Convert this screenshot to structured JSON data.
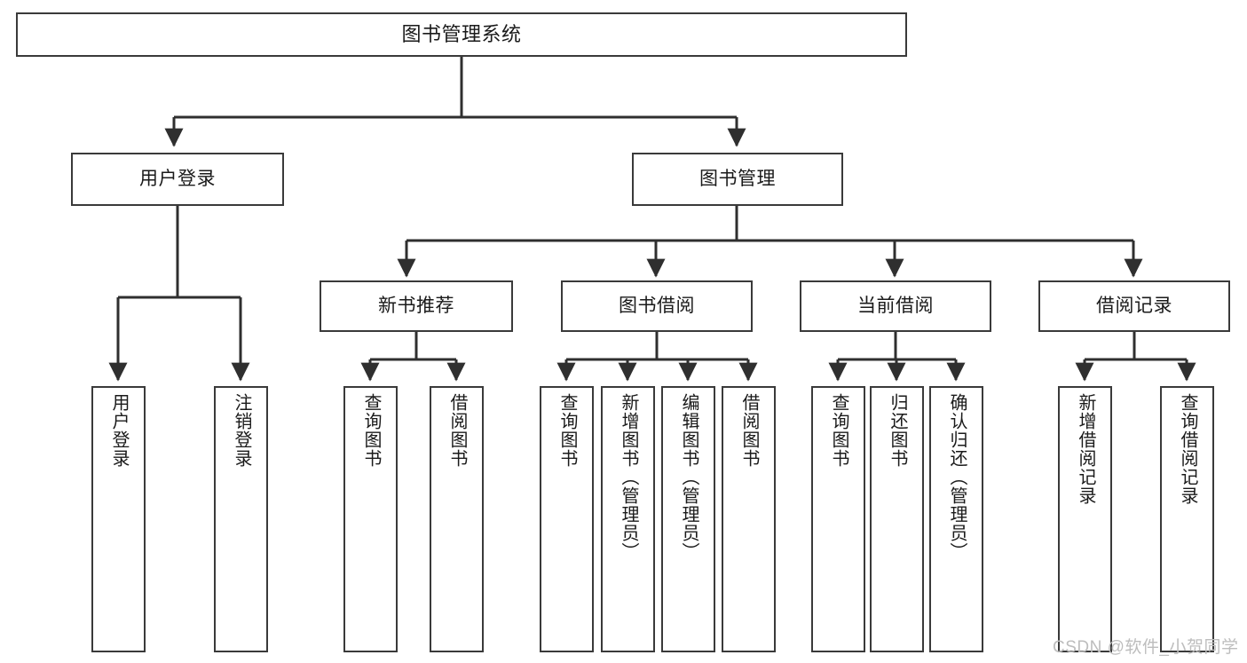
{
  "diagram": {
    "type": "tree-hierarchy-chart",
    "title": "图书管理系统",
    "colors": {
      "background": "#ffffff",
      "node_border": "#3a3a3a",
      "node_fill": "#ffffff",
      "edge": "#2f2f2f",
      "text": "#1a1a1a",
      "watermark": "#bdbdbd"
    },
    "root": {
      "label": "图书管理系统"
    },
    "level1": [
      {
        "label": "用户登录"
      },
      {
        "label": "图书管理"
      }
    ],
    "level2": [
      {
        "label": "新书推荐"
      },
      {
        "label": "图书借阅"
      },
      {
        "label": "当前借阅"
      },
      {
        "label": "借阅记录"
      }
    ],
    "leaves": {
      "user_login": [
        {
          "label": "用户登录"
        },
        {
          "label": "注销登录"
        }
      ],
      "new_book_recommend": [
        {
          "label": "查询图书"
        },
        {
          "label": "借阅图书"
        }
      ],
      "book_borrow": [
        {
          "label": "查询图书"
        },
        {
          "label": "新增图书（管理员）"
        },
        {
          "label": "编辑图书（管理员）"
        },
        {
          "label": "借阅图书"
        }
      ],
      "current_borrow": [
        {
          "label": "查询图书"
        },
        {
          "label": "归还图书"
        },
        {
          "label": "确认归还（管理员）"
        }
      ],
      "borrow_record": [
        {
          "label": "新增借阅记录"
        },
        {
          "label": "查询借阅记录"
        }
      ]
    }
  },
  "watermark": {
    "text": "CSDN @软件_小贺同学"
  }
}
